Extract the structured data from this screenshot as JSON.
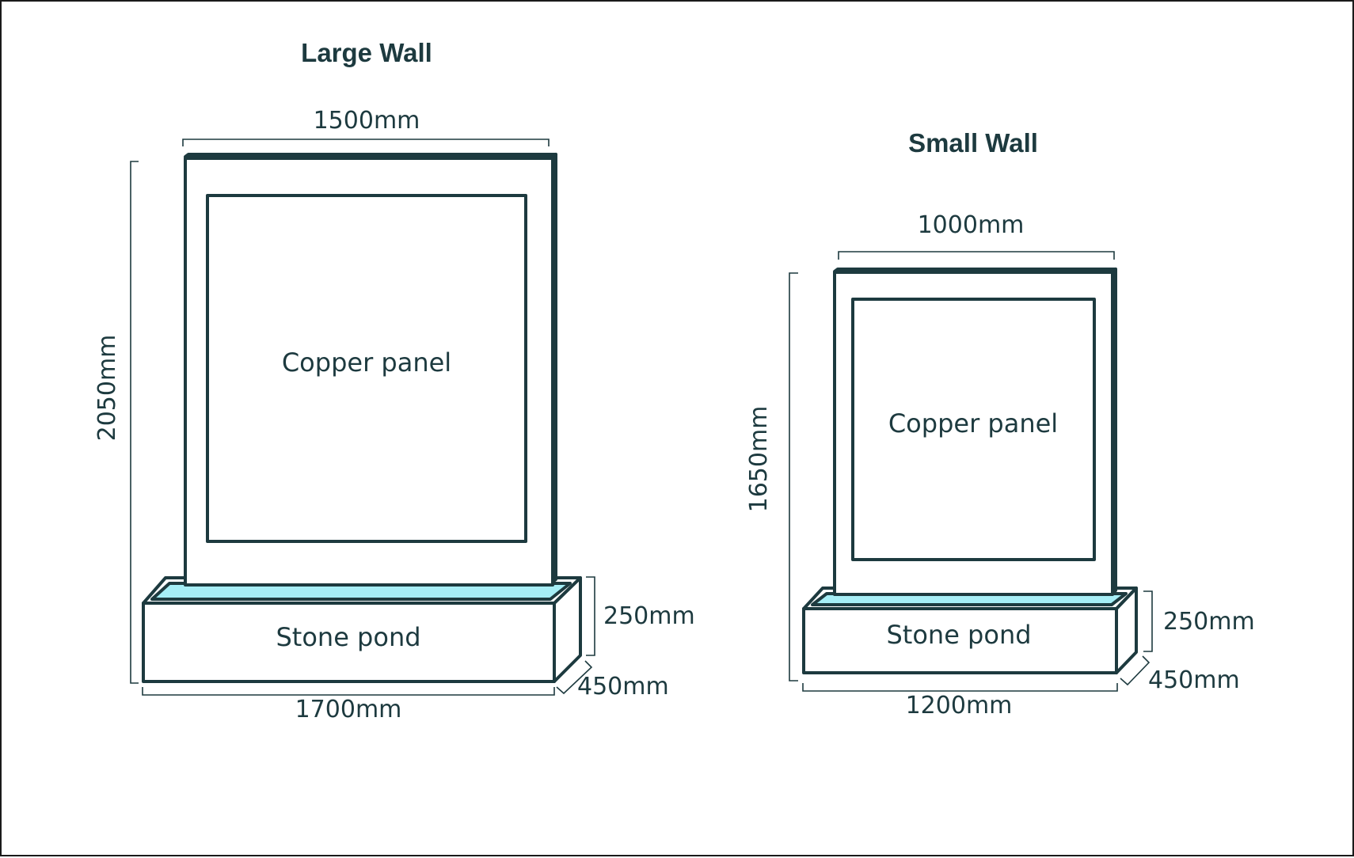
{
  "large_wall": {
    "title": "Large Wall",
    "panel_label": "Copper panel",
    "pond_label": "Stone pond",
    "dims": {
      "width": "1500mm",
      "height": "2050mm",
      "pond_height": "250mm",
      "pond_depth": "450mm",
      "pond_width": "1700mm"
    }
  },
  "small_wall": {
    "title": "Small Wall",
    "panel_label": "Copper panel",
    "pond_label": "Stone pond",
    "dims": {
      "width": "1000mm",
      "height": "1650mm",
      "pond_height": "250mm",
      "pond_depth": "450mm",
      "pond_width": "1200mm"
    }
  },
  "colors": {
    "ink": "#1d3a3f",
    "water": "#a6eef6"
  }
}
